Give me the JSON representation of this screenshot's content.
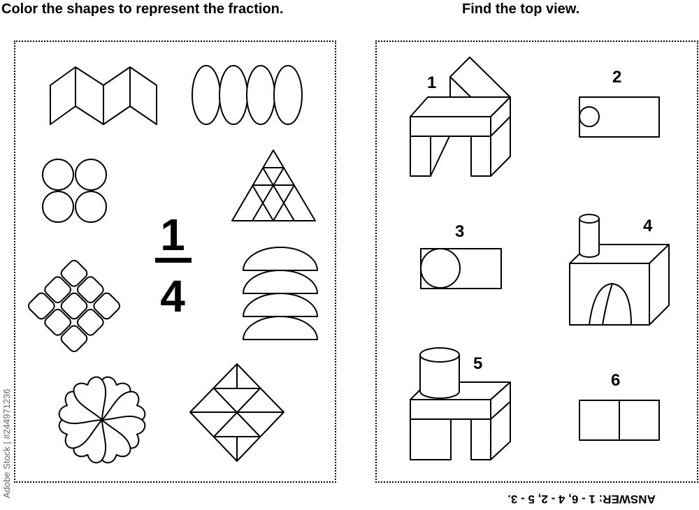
{
  "left": {
    "heading": "Color the shapes to represent the fraction.",
    "fraction": {
      "numerator": "1",
      "denominator": "4"
    }
  },
  "right": {
    "heading": "Find the top view.",
    "labels": [
      "1",
      "2",
      "3",
      "4",
      "5",
      "6"
    ]
  },
  "answer": "ANSWER: 1 - 6, 4 - 2, 5 - 3.",
  "credit": "Adobe Stock | #244971236"
}
